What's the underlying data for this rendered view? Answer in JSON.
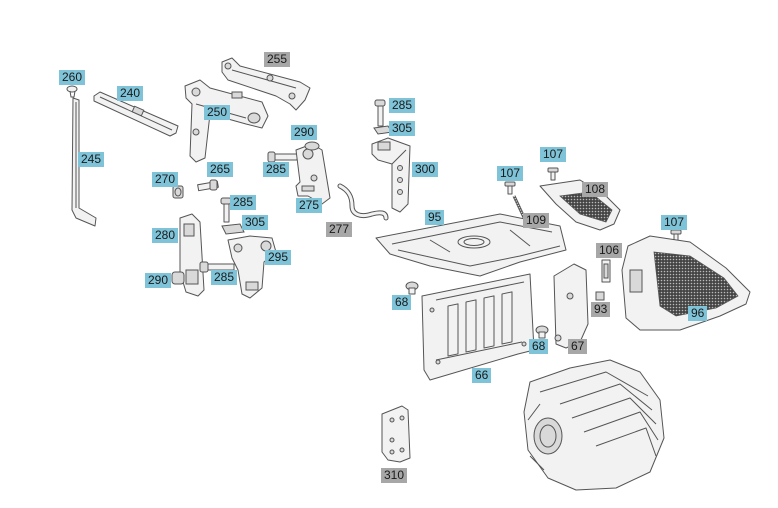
{
  "diagram": {
    "callouts": [
      {
        "id": "260",
        "label": "260",
        "style": "blue"
      },
      {
        "id": "240",
        "label": "240",
        "style": "blue"
      },
      {
        "id": "245",
        "label": "245",
        "style": "blue"
      },
      {
        "id": "250",
        "label": "250",
        "style": "blue"
      },
      {
        "id": "255",
        "label": "255",
        "style": "gray"
      },
      {
        "id": "270",
        "label": "270",
        "style": "blue"
      },
      {
        "id": "265",
        "label": "265",
        "style": "blue"
      },
      {
        "id": "290a",
        "label": "290",
        "style": "blue"
      },
      {
        "id": "285a",
        "label": "285",
        "style": "blue"
      },
      {
        "id": "275",
        "label": "275",
        "style": "blue"
      },
      {
        "id": "285b",
        "label": "285",
        "style": "blue"
      },
      {
        "id": "305a",
        "label": "305",
        "style": "blue"
      },
      {
        "id": "300",
        "label": "300",
        "style": "blue"
      },
      {
        "id": "285c",
        "label": "285",
        "style": "blue"
      },
      {
        "id": "305b",
        "label": "305",
        "style": "blue"
      },
      {
        "id": "280",
        "label": "280",
        "style": "blue"
      },
      {
        "id": "295",
        "label": "295",
        "style": "blue"
      },
      {
        "id": "290b",
        "label": "290",
        "style": "blue"
      },
      {
        "id": "285d",
        "label": "285",
        "style": "blue"
      },
      {
        "id": "277",
        "label": "277",
        "style": "gray"
      },
      {
        "id": "107a",
        "label": "107",
        "style": "blue"
      },
      {
        "id": "107b",
        "label": "107",
        "style": "blue"
      },
      {
        "id": "108",
        "label": "108",
        "style": "gray"
      },
      {
        "id": "109",
        "label": "109",
        "style": "gray"
      },
      {
        "id": "95",
        "label": "95",
        "style": "blue"
      },
      {
        "id": "107c",
        "label": "107",
        "style": "blue"
      },
      {
        "id": "106",
        "label": "106",
        "style": "gray"
      },
      {
        "id": "68a",
        "label": "68",
        "style": "blue"
      },
      {
        "id": "93",
        "label": "93",
        "style": "gray"
      },
      {
        "id": "96",
        "label": "96",
        "style": "blue"
      },
      {
        "id": "68b",
        "label": "68",
        "style": "blue"
      },
      {
        "id": "67",
        "label": "67",
        "style": "gray"
      },
      {
        "id": "66",
        "label": "66",
        "style": "blue"
      },
      {
        "id": "310",
        "label": "310",
        "style": "gray"
      }
    ]
  },
  "colors": {
    "callout_blue": "#7fc3d8",
    "callout_gray": "#a7a7a7",
    "line": "#555555"
  }
}
